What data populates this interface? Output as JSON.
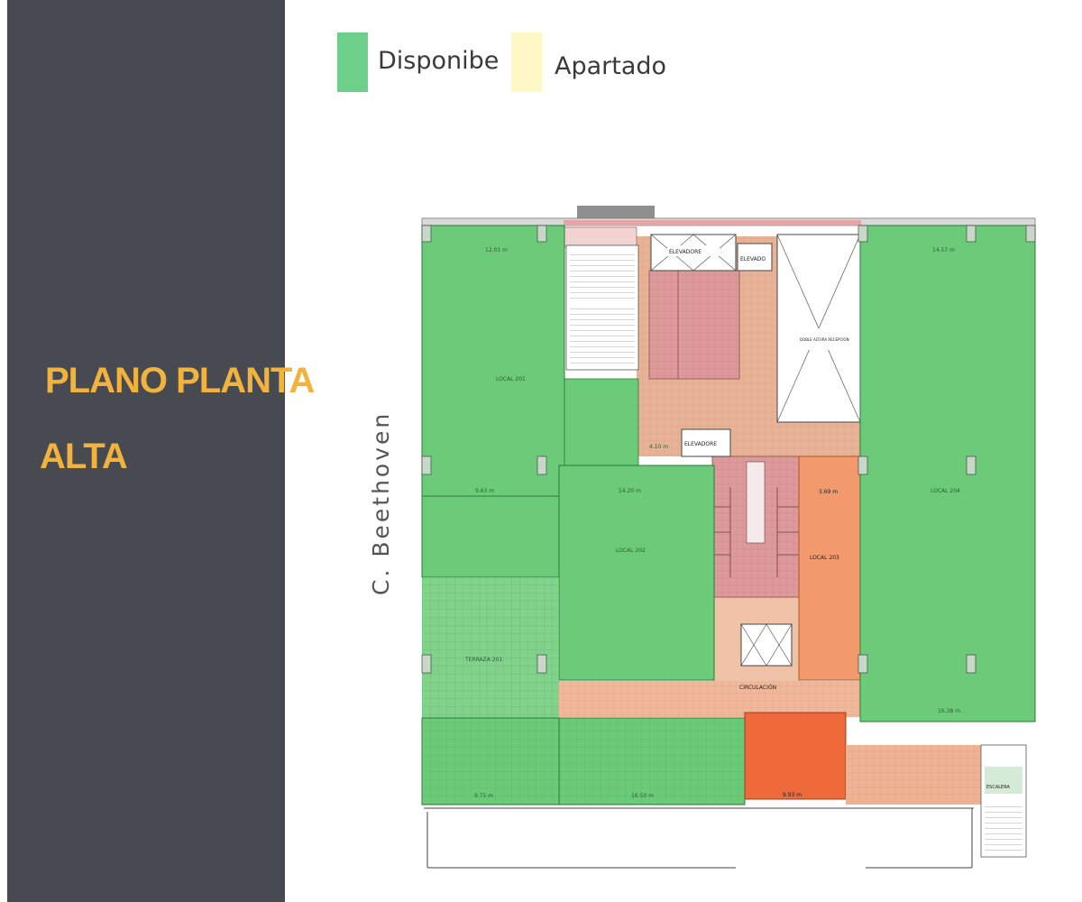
{
  "title": {
    "line1": "PLANO PLANTA",
    "line2": "ALTA"
  },
  "legend": {
    "available": {
      "label": "Disponibe",
      "color": "#6ccf8a"
    },
    "reserved": {
      "label": "Apartado",
      "color": "#fdf8c6"
    }
  },
  "street_label": "C. Beethoven",
  "colors": {
    "sidebar": "#484a51",
    "title": "#f2b33d",
    "available_area": "#6bcb78",
    "circulation": "#e7b396",
    "service": "#dc9a9a",
    "reserved_local": "#f29a6c",
    "reserved_terrace": "#ee6a3a"
  },
  "plan": {
    "locals": [
      {
        "id": "local-201",
        "label": "LOCAL 201",
        "status": "Disponibe"
      },
      {
        "id": "local-202",
        "label": "LOCAL 202",
        "status": "Disponibe"
      },
      {
        "id": "local-203",
        "label": "LOCAL 203",
        "status": "Apartado"
      },
      {
        "id": "local-204",
        "label": "LOCAL 204",
        "status": "Disponibe"
      }
    ],
    "labels": {
      "elevators_top": "ELEVADORE",
      "elevator_small": "ELEVADO",
      "elevators_mid": "ELEVADORE",
      "double_height": "DOBLE ALTURA RECEPCIÓN",
      "circulation": "CIRCULACIÓN",
      "stairs": "ESCALERA",
      "terrace": "TERRAZA 201"
    },
    "dimensions": {
      "local_201_width": "12.01 m",
      "local_204_width": "14.57 m",
      "local_204_bottom": "16.38 m",
      "local_202_width": "14.20 m",
      "local_201_mid": "9.63 m",
      "local_203_width": "3.69 m",
      "elevators_mid_width": "4.10 m",
      "terrace_bottom_1": "9.75 m",
      "terrace_bottom_2": "16.50 m",
      "terrace_bottom_3": "9.93 m"
    }
  }
}
